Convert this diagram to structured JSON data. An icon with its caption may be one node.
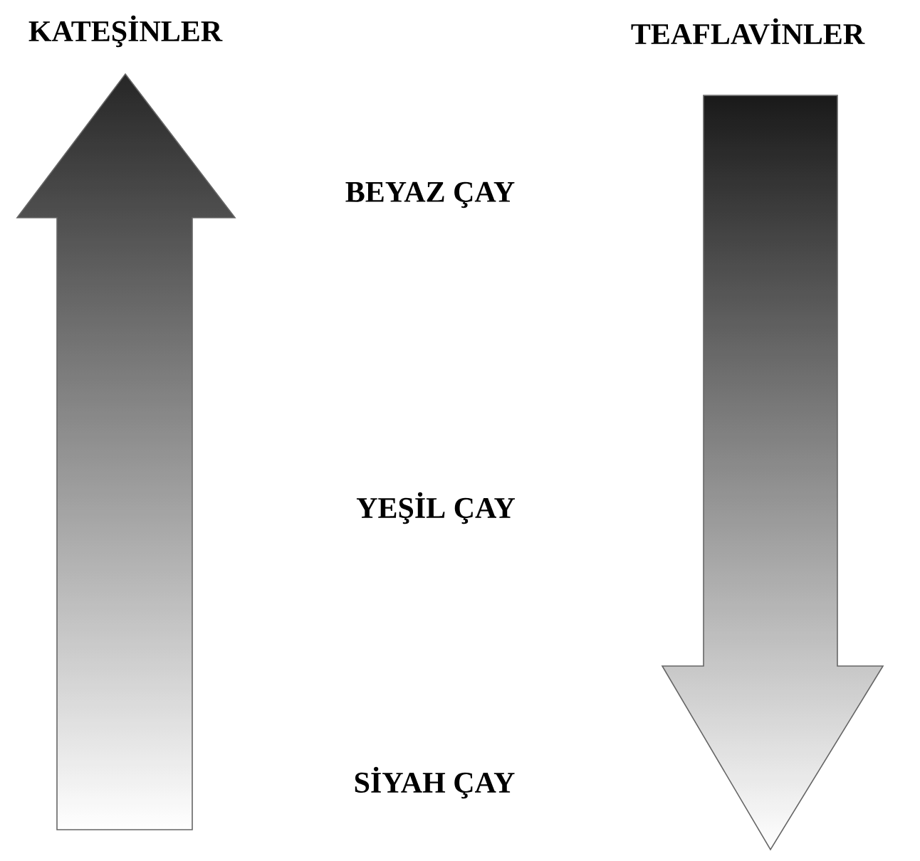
{
  "diagram": {
    "labels": [
      "KATEŞİNLER",
      "TEAFLAVİNLER",
      "BEYAZ ÇAY",
      "YEŞİL ÇAY",
      "SİYAH ÇAY"
    ]
  }
}
